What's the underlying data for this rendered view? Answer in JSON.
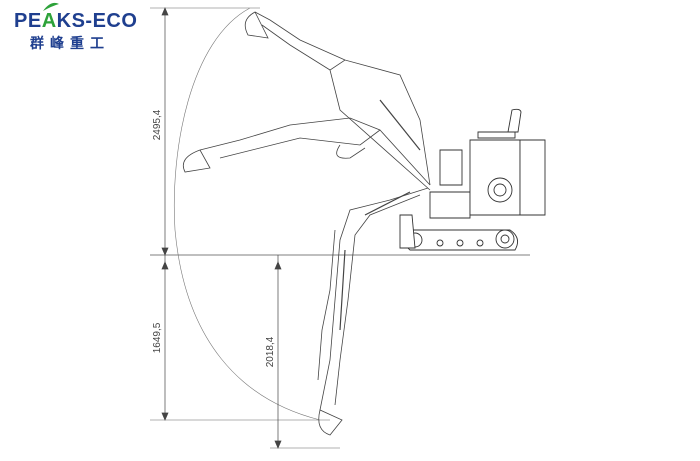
{
  "brand": {
    "name_prefix": "PE",
    "name_accent": "A",
    "name_suffix": "KS-ECO",
    "name_cn": "群峰重工",
    "primary_color": "#1f3f8f",
    "accent_color": "#2da23a"
  },
  "dimensions": {
    "max_dig_height": "2495,4",
    "max_dig_depth": "1649,5",
    "vertical_reach_depth": "2018,4"
  }
}
